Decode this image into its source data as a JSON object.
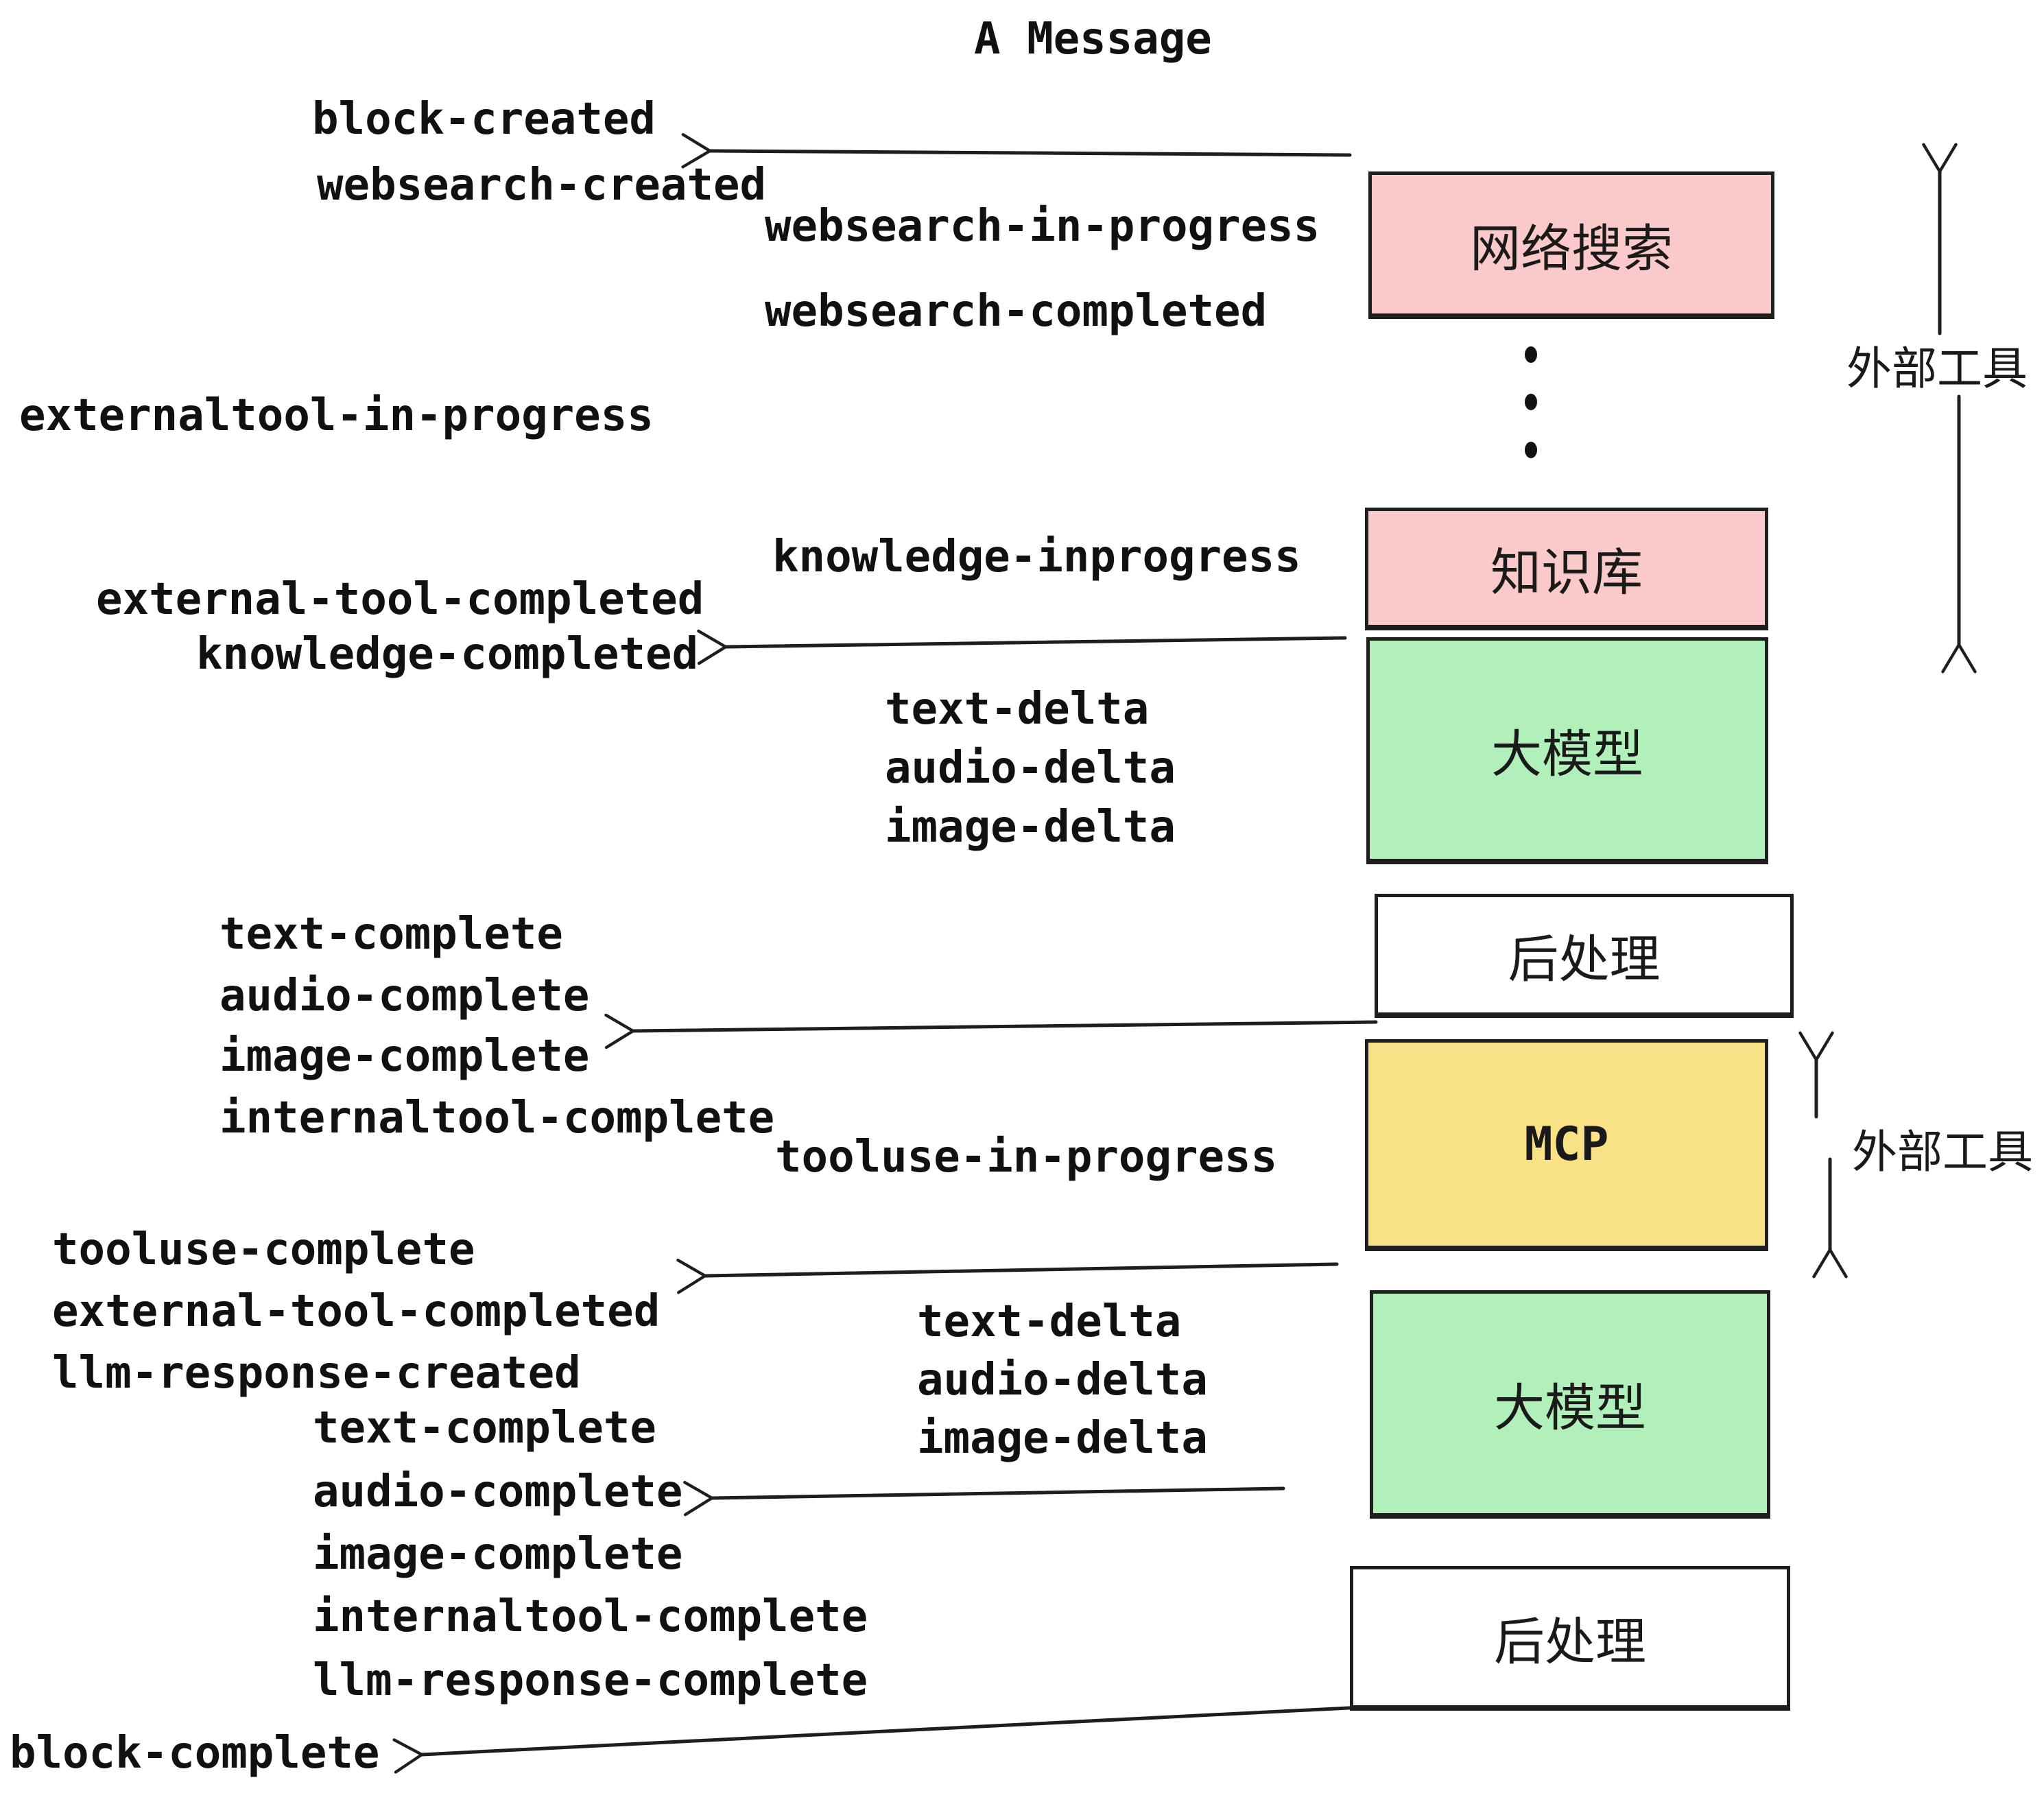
{
  "title": "A Message",
  "colors": {
    "pink": "#fac9c9",
    "green": "#b2f0bb",
    "yellow": "#f9e286",
    "white": "#ffffff",
    "line": "#1e1e1e",
    "text": "#111111"
  },
  "boxes": {
    "websearch": {
      "label": "网络搜索",
      "fill": "#fac9c9"
    },
    "knowledge": {
      "label": "知识库",
      "fill": "#fac9c9"
    },
    "llm1": {
      "label": "大模型",
      "fill": "#b2f0bb"
    },
    "post1": {
      "label": "后处理",
      "fill": "#ffffff"
    },
    "mcp": {
      "label": "MCP",
      "fill": "#f9e286"
    },
    "llm2": {
      "label": "大模型",
      "fill": "#b2f0bb"
    },
    "post2": {
      "label": "后处理",
      "fill": "#ffffff"
    }
  },
  "events": {
    "block_created": "block-created",
    "websearch_created": "websearch-created",
    "websearch_in_progress": "websearch-in-progress",
    "websearch_completed": "websearch-completed",
    "externaltool_in_progress": "externaltool-in-progress",
    "knowledge_inprogress": "knowledge-inprogress",
    "external_tool_completed": "external-tool-completed",
    "knowledge_completed": "knowledge-completed",
    "text_delta": "text-delta",
    "audio_delta": "audio-delta",
    "image_delta": "image-delta",
    "text_complete": "text-complete",
    "audio_complete": "audio-complete",
    "image_complete": "image-complete",
    "internaltool_complete": "internaltool-complete",
    "tooluse_in_progress": "tooluse-in-progress",
    "tooluse_complete": "tooluse-complete",
    "llm_response_created": "llm-response-created",
    "llm_response_complete": "llm-response-complete",
    "block_complete": "block-complete"
  },
  "side_labels": {
    "external_tools_upper": "外部工具",
    "external_tools_lower": "外部工具"
  }
}
